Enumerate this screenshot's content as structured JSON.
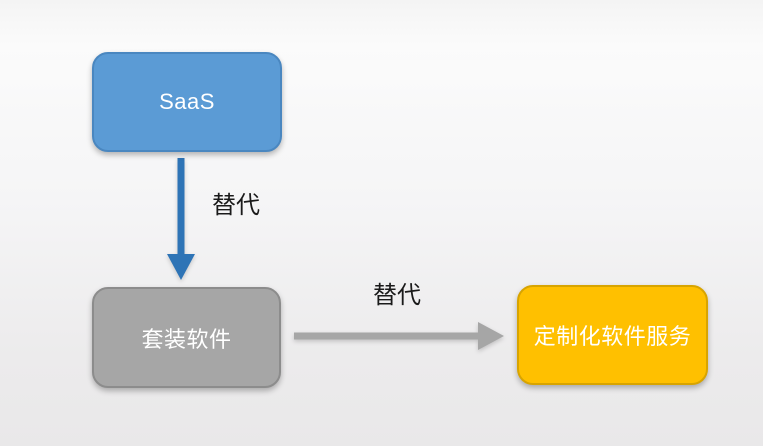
{
  "diagram": {
    "nodes": [
      {
        "id": "saas",
        "label": "SaaS"
      },
      {
        "id": "packaged",
        "label": "套装软件"
      },
      {
        "id": "custom",
        "label": "定制化软件服务"
      }
    ],
    "edges": [
      {
        "id": "saas-to-packaged",
        "label": "替代",
        "direction": "down"
      },
      {
        "id": "packaged-to-custom",
        "label": "替代",
        "direction": "right"
      }
    ]
  },
  "colors": {
    "node_blue": "#5B9BD5",
    "node_blue_border": "#4A87C0",
    "node_gray": "#A6A6A6",
    "node_gray_border": "#8C8C8C",
    "node_gold": "#FFC000",
    "node_gold_border": "#D8A400",
    "arrow_blue": "#2E74B6",
    "arrow_gray": "#A6A6A6"
  }
}
